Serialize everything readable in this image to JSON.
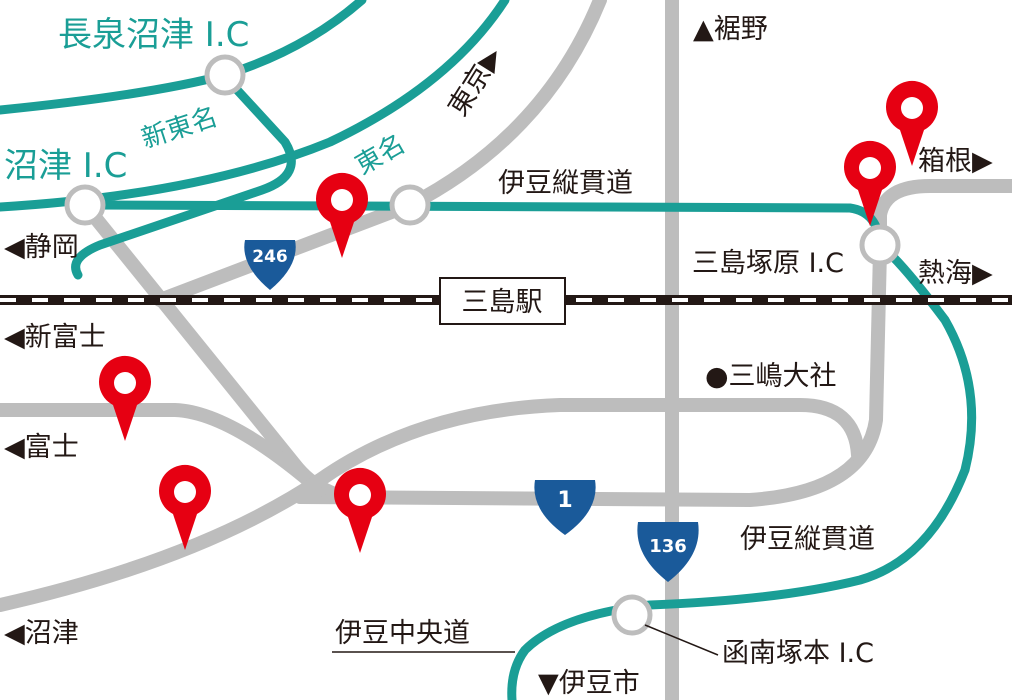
{
  "colors": {
    "expressway": "#1a9e96",
    "road": "#bdbdbd",
    "pin": "#e60012",
    "shield": "#1a5a9a"
  },
  "labels": {
    "nagaizumi_ic": "長泉沼津 I.C",
    "shin_tomei": "新東名",
    "numazu_ic": "沼津 I.C",
    "tomei": "東名",
    "tokyo": "東京▶",
    "susono": "▲裾野",
    "hakone": "箱根▶",
    "atami": "熱海▶",
    "mishima_tsukahara_ic": "三島塚原 I.C",
    "izu_jukan_top": "伊豆縦貫道",
    "shizuoka": "◀静岡",
    "shin_fuji": "◀新富士",
    "fuji": "◀富士",
    "numazu": "◀沼津",
    "mishima_taisha": "●三嶋大社",
    "izu_jukan_bottom": "伊豆縦貫道",
    "izu_chuo": "伊豆中央道",
    "kannami_ic": "函南塚本 I.C",
    "izu_city": "▼伊豆市",
    "station": "三島駅"
  },
  "shields": {
    "r246": "246",
    "r1": "1",
    "r136": "136"
  }
}
